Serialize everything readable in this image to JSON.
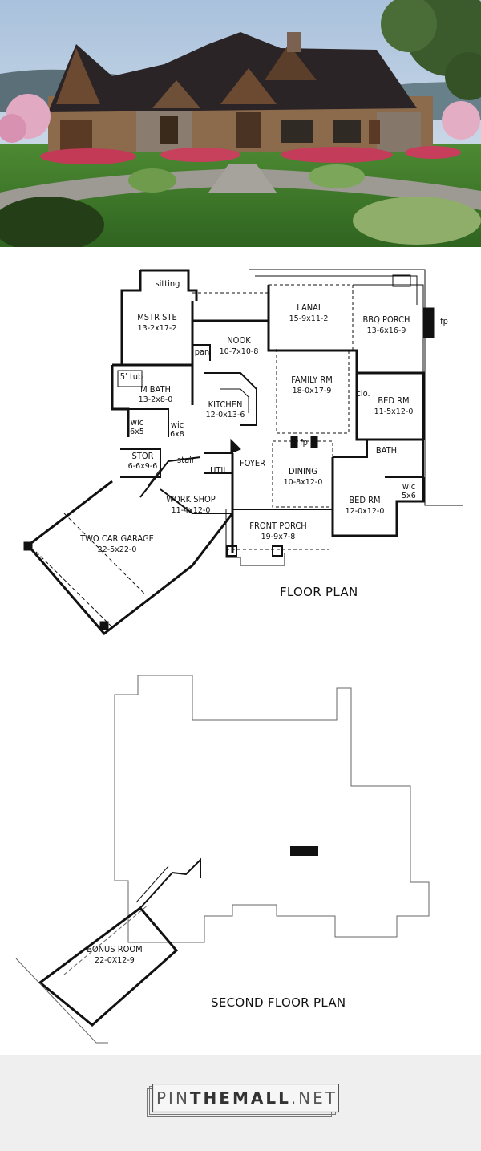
{
  "floor_plan": {
    "caption": "FLOOR PLAN",
    "rooms": [
      {
        "key": "sitting",
        "name": "sitting",
        "dims": ""
      },
      {
        "key": "mstr",
        "name": "MSTR STE",
        "dims": "13-2x17-2"
      },
      {
        "key": "nook",
        "name": "NOOK",
        "dims": "10-7x10-8"
      },
      {
        "key": "pan",
        "name": "pan",
        "dims": ""
      },
      {
        "key": "lanai",
        "name": "LANAI",
        "dims": "15-9x11-2"
      },
      {
        "key": "bbq",
        "name": "BBQ PORCH",
        "dims": "13-6x16-9"
      },
      {
        "key": "fp1",
        "name": "fp",
        "dims": ""
      },
      {
        "key": "family",
        "name": "FAMILY RM",
        "dims": "18-0x17-9"
      },
      {
        "key": "tub",
        "name": "5' tub",
        "dims": ""
      },
      {
        "key": "mbath",
        "name": "M BATH",
        "dims": "13-2x8-0"
      },
      {
        "key": "kitchen",
        "name": "KITCHEN",
        "dims": "12-0x13-6"
      },
      {
        "key": "clo",
        "name": "clo.",
        "dims": ""
      },
      {
        "key": "bed1",
        "name": "BED RM",
        "dims": "11-5x12-0"
      },
      {
        "key": "wic1",
        "name": "wic",
        "dims": "6x5"
      },
      {
        "key": "wic2",
        "name": "wic",
        "dims": "6x8"
      },
      {
        "key": "bath",
        "name": "BATH",
        "dims": ""
      },
      {
        "key": "fp2",
        "name": "fp",
        "dims": ""
      },
      {
        "key": "stor",
        "name": "STOR",
        "dims": "6-6x9-6"
      },
      {
        "key": "stair",
        "name": "stair",
        "dims": ""
      },
      {
        "key": "util",
        "name": "UTIL",
        "dims": ""
      },
      {
        "key": "foyer",
        "name": "FOYER",
        "dims": ""
      },
      {
        "key": "dining",
        "name": "DINING",
        "dims": "10-8x12-0"
      },
      {
        "key": "wic3",
        "name": "wic",
        "dims": "5x6"
      },
      {
        "key": "bed2",
        "name": "BED RM",
        "dims": "12-0x12-0"
      },
      {
        "key": "workshop",
        "name": "WORK SHOP",
        "dims": "11-4x12-0"
      },
      {
        "key": "garage",
        "name": "TWO CAR GARAGE",
        "dims": "22-5x22-0"
      },
      {
        "key": "porch",
        "name": "FRONT PORCH",
        "dims": "19-9x7-8"
      }
    ]
  },
  "second_floor_plan": {
    "caption": "SECOND FLOOR PLAN",
    "rooms": [
      {
        "key": "bonus",
        "name": "BONUS ROOM",
        "dims": "22-0X12-9"
      }
    ]
  },
  "watermark": {
    "part1": "PIN",
    "part2": "THEMALL",
    "part3": ".NET"
  },
  "colors": {
    "roof": "#2b2426",
    "stone": "#8a7a6a",
    "lawn": "#3f7a2a",
    "sky": "#b9cce0",
    "line": "#111111"
  }
}
